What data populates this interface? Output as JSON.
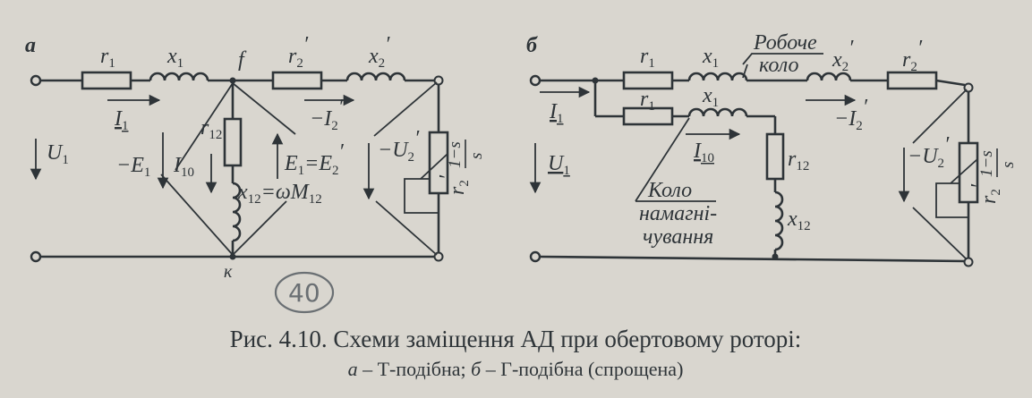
{
  "panels": {
    "a": "а",
    "b": "б"
  },
  "schema_a": {
    "r1": "r",
    "r1_sub": "1",
    "x1": "x",
    "x1_sub": "1",
    "node_f": "f",
    "r2": "r",
    "r2_sub": "2",
    "r2_prime": "′",
    "x2": "x",
    "x2_sub": "2",
    "x2_prime": "′",
    "i1": "I",
    "i1_sub": "1",
    "i2": "−I",
    "i2_sub": "2",
    "i2_prime": "′",
    "u1": "U",
    "u1_sub": "1",
    "e1": "−E",
    "e1_sub": "1",
    "i10": "I",
    "i10_sub": "10",
    "r12": "r",
    "r12_sub": "12",
    "eq": "E",
    "eq_sub": "1",
    "eq_mid": "=E",
    "eq_sub2": "2",
    "eq_prime": "′",
    "x12": "x",
    "x12_sub": "12",
    "x12_rest": "=ωM",
    "x12_sub2": "12",
    "u2": "−U",
    "u2_sub": "2",
    "u2_prime": "′",
    "load_num": "1−s",
    "load_den": "s",
    "load_r": "r",
    "load_r_sub": "2",
    "load_r_prime": "′",
    "node_k": "к"
  },
  "schema_b": {
    "r1_top": "r",
    "r1_top_sub": "1",
    "x1_top": "x",
    "x1_top_sub": "1",
    "r1_mid": "r",
    "r1_mid_sub": "1",
    "x1_mid": "x",
    "x1_mid_sub": "1",
    "work_line1": "Робоче",
    "work_line2": "коло",
    "x2": "x",
    "x2_sub": "2",
    "x2_prime": "′",
    "r2": "r",
    "r2_sub": "2",
    "r2_prime": "′",
    "i1": "I",
    "i1_sub": "1",
    "i2": "−I",
    "i2_sub": "2",
    "i2_prime": "′",
    "i10": "I",
    "i10_sub": "10",
    "r12": "r",
    "r12_sub": "12",
    "x12": "x",
    "x12_sub": "12",
    "u1": "U",
    "u1_sub": "1",
    "mag_line1": "Коло",
    "mag_line2": "намагні-",
    "mag_line3": "чування",
    "u2": "−U",
    "u2_sub": "2",
    "u2_prime": "′",
    "load_num": "1−s",
    "load_den": "s",
    "load_r": "r",
    "load_r_sub": "2",
    "load_r_prime": "′"
  },
  "page_number": "40",
  "caption": {
    "line1": "Рис. 4.10. Схеми заміщення АД при обертовому роторі:",
    "line2_a": "а",
    "line2_a_text": " – Т-подібна; ",
    "line2_b": "б",
    "line2_b_text": " – Г-подібна (спрощена)"
  }
}
